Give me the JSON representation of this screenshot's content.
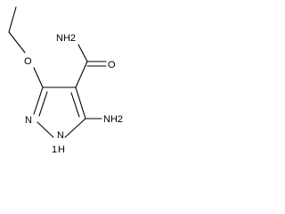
{
  "molecule": {
    "atoms": {
      "amide_nitrogen": "NH2",
      "carbonyl_oxygen": "O",
      "ether_oxygen": "O",
      "ring_nitrogen": "N",
      "ring_nitrogen_h": "N",
      "ring_nitrogen_h_prefix": "1",
      "ring_nitrogen_h_h": "H",
      "amino_nitrogen": "NH2"
    },
    "colors": {
      "bonds": "#000000",
      "labels": "#000000",
      "background": "#ffffff"
    }
  }
}
